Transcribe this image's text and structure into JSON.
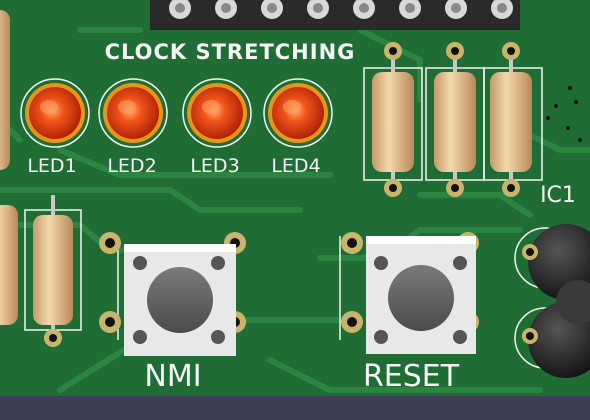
{
  "board": {
    "colors": {
      "pcb": "#1f6d35",
      "trace": "#2b8442",
      "silk": "#f4f4f4",
      "pad": "#c9b56a",
      "header": "#2a2a2a",
      "led": "#e0420f",
      "resistor": "#e8c79a",
      "button": "#f0f0f0",
      "background": "#3d3f55"
    }
  },
  "labels": {
    "section_title": "CLOCK STRETCHING",
    "leds": [
      "LED1",
      "LED2",
      "LED3",
      "LED4"
    ],
    "ic": "IC1",
    "buttons": [
      "NMI",
      "RESET"
    ]
  }
}
